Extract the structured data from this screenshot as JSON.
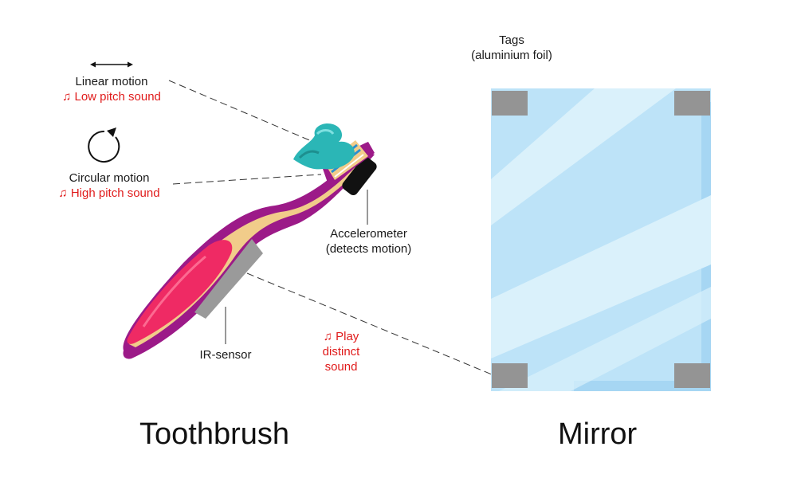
{
  "linear": {
    "title": "Linear motion",
    "sound": "♫ Low pitch sound",
    "arrow_icon": "double-arrow-icon"
  },
  "circular": {
    "title": "Circular motion",
    "sound": "♫ High pitch sound",
    "arrow_icon": "circular-arrow-icon"
  },
  "accelerometer": {
    "line1": "Accelerometer",
    "line2": "(detects motion)"
  },
  "ir_sensor": {
    "label": "IR-sensor"
  },
  "play": {
    "line1": "♫ Play",
    "line2": "distinct",
    "line3": "sound"
  },
  "tags": {
    "line1": "Tags",
    "line2": "(aluminium foil)"
  },
  "captions": {
    "toothbrush": "Toothbrush",
    "mirror": "Mirror"
  },
  "colors": {
    "sound_text": "#e01b1b",
    "mirror_fill": "#bde3f8",
    "mirror_shine": "#daf1fb",
    "tag_fill": "#949494",
    "brush_handle": "#9c1a88",
    "brush_pink": "#ef2a64",
    "brush_cream": "#f1cc8a",
    "toothpaste": "#2bb6b6",
    "sensor_gray": "#9a9a9a",
    "accelerometer": "#111111"
  }
}
